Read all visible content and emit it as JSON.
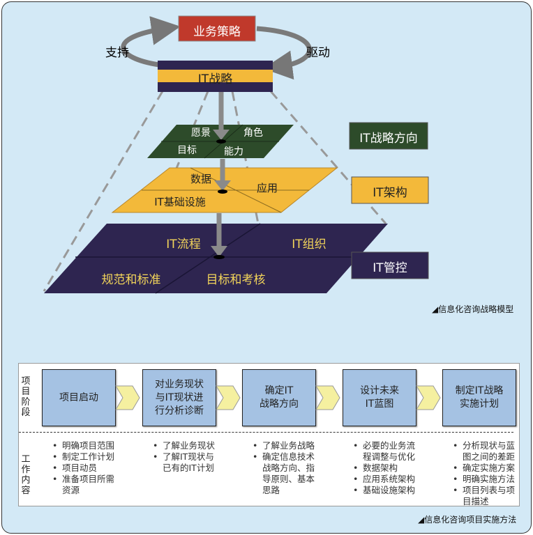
{
  "top": {
    "business_strategy": "业务策略",
    "support": "支持",
    "drive": "驱动",
    "it_strategy": "IT战略",
    "layer1": {
      "vision": "愿景",
      "role": "角色",
      "goal": "目标",
      "capability": "能力"
    },
    "layer2": {
      "data": "数据",
      "application": "应用",
      "infrastructure": "IT基础设施"
    },
    "layer3": {
      "process": "IT流程",
      "organization": "IT组织",
      "standards": "规范和标准",
      "goals_assessment": "目标和考核"
    },
    "right_labels": {
      "direction": "IT战略方向",
      "architecture": "IT架构",
      "governance": "IT管控"
    },
    "caption": "◢信息化咨询战略模型",
    "colors": {
      "red": "#c0392b",
      "green": "#2d4b2a",
      "yellow": "#f3b93a",
      "navy": "#2e2550"
    }
  },
  "bottom": {
    "row1_label": "项目阶段",
    "row2_label": "工作内容",
    "stages": [
      "项目启动",
      "对业务现状与IT现状进行分析诊断",
      "确定IT战略方向",
      "设计未来IT蓝图",
      "制定IT战略实施计划"
    ],
    "stage_lines": [
      [
        "项目启动"
      ],
      [
        "对业务现状",
        "与IT现状进",
        "行分析诊断"
      ],
      [
        "确定IT",
        "战略方向"
      ],
      [
        "设计未来",
        "IT蓝图"
      ],
      [
        "制定IT战略",
        "实施计划"
      ]
    ],
    "contents": [
      [
        "明确项目范围",
        "制定工作计划",
        "项目动员",
        "准备项目所需资源"
      ],
      [
        "了解业务现状",
        "了解IT现状与已有的IT计划"
      ],
      [
        "了解业务战略",
        "确定信息技术战略方向、指导原则、基本思路"
      ],
      [
        "必要的业务流程调整与优化",
        "数据架构",
        "应用系统架构",
        "基础设施架构"
      ],
      [
        "分析现状与蓝图之间的差距",
        "确定实施方案",
        "明确实施方法",
        "项目列表与项目描述"
      ]
    ],
    "caption": "◢信息化咨询项目实施方法"
  }
}
